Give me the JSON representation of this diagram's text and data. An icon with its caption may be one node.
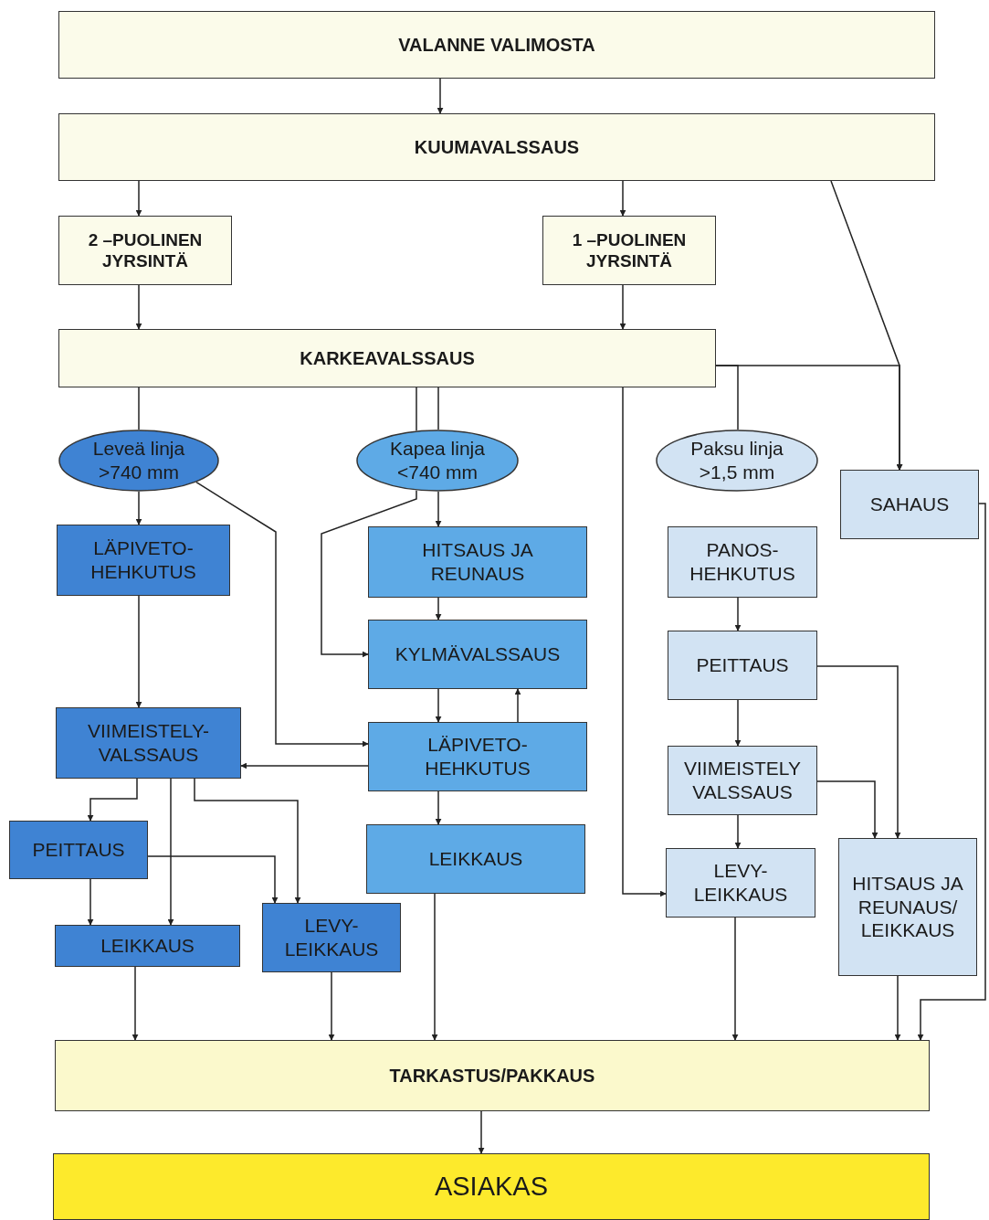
{
  "diagram": {
    "nodes": [
      {
        "text": [
          "VALANNE VALIMOSTA"
        ]
      },
      {
        "text": [
          "KUUMAVALSSAUS"
        ]
      },
      {
        "text": [
          "2 –PUOLINEN JYRSINTÄ"
        ]
      },
      {
        "text": [
          "1 –PUOLINEN JYRSINTÄ"
        ]
      },
      {
        "text": [
          "KARKEAVALSSAUS"
        ]
      },
      {
        "text": [
          "Leveä linja >740 mm"
        ]
      },
      {
        "text": [
          "Kapea linja <740 mm"
        ]
      },
      {
        "text": [
          "Paksu linja >1,5 mm"
        ]
      },
      {
        "text": [
          "SAHAUS"
        ]
      },
      {
        "text": [
          "LÄPIVETO- HEHKUTUS"
        ]
      },
      {
        "text": [
          "HITSAUS JA REUNAUS"
        ]
      },
      {
        "text": [
          "PANOS- HEHKUTUS"
        ]
      },
      {
        "text": [
          "KYLMÄVALSSAUS"
        ]
      },
      {
        "text": [
          "PEITTAUS"
        ]
      },
      {
        "text": [
          "VIIMEISTELY- VALSSAUS"
        ]
      },
      {
        "text": [
          "LÄPIVETO- HEHKUTUS"
        ]
      },
      {
        "text": [
          "VIIMEISTELY VALSSAUS"
        ]
      },
      {
        "text": [
          "PEITTAUS"
        ]
      },
      {
        "text": [
          "LEIKKAUS"
        ]
      },
      {
        "text": [
          "LEVY- LEIKKAUS"
        ]
      },
      {
        "text": [
          "HITSAUS JA REUNAUS/ LEIKKAUS"
        ]
      },
      {
        "text": [
          "LEIKKAUS"
        ]
      },
      {
        "text": [
          "LEVY- LEIKKAUS"
        ]
      },
      {
        "text": [
          "TARKASTUS/PAKKAUS"
        ]
      },
      {
        "text": [
          "ASIAKAS"
        ]
      }
    ],
    "edges": [
      {
        "from": 0,
        "to": 1,
        "arrow": "to"
      },
      {
        "from": 1,
        "to": 2,
        "arrow": "to"
      },
      {
        "from": 1,
        "to": 3,
        "arrow": "to"
      },
      {
        "from": 2,
        "to": 4,
        "arrow": "to"
      },
      {
        "from": 3,
        "to": 4,
        "arrow": "to"
      },
      {
        "from": 1,
        "to": 8,
        "arrow": "to"
      },
      {
        "from": 4,
        "to": 8,
        "arrow": "to"
      },
      {
        "from": 4,
        "to": 7,
        "arrow": "none"
      },
      {
        "from": 4,
        "to": 5,
        "arrow": "none"
      },
      {
        "from": 4,
        "to": 6,
        "arrow": "none"
      },
      {
        "from": 4,
        "to": 6,
        "arrow": "none"
      },
      {
        "from": 4,
        "to": 19,
        "arrow": "to"
      },
      {
        "from": 5,
        "to": 9,
        "arrow": "to"
      },
      {
        "from": 5,
        "to": 15,
        "arrow": "to"
      },
      {
        "from": 6,
        "to": 10,
        "arrow": "to"
      },
      {
        "from": 6,
        "to": 12,
        "arrow": "to"
      },
      {
        "from": 9,
        "to": 14,
        "arrow": "to"
      },
      {
        "from": 10,
        "to": 12,
        "arrow": "to"
      },
      {
        "from": 12,
        "to": 15,
        "arrow": "to"
      },
      {
        "from": 15,
        "to": 12,
        "arrow": "to"
      },
      {
        "from": 15,
        "to": 14,
        "arrow": "to"
      },
      {
        "from": 15,
        "to": 18,
        "arrow": "to"
      },
      {
        "from": 14,
        "to": 17,
        "arrow": "to"
      },
      {
        "from": 14,
        "to": 21,
        "arrow": "to"
      },
      {
        "from": 14,
        "to": 22,
        "arrow": "to"
      },
      {
        "from": 17,
        "to": 21,
        "arrow": "to"
      },
      {
        "from": 17,
        "to": 22,
        "arrow": "to"
      },
      {
        "from": 11,
        "to": 13,
        "arrow": "to"
      },
      {
        "from": 13,
        "to": 16,
        "arrow": "to"
      },
      {
        "from": 13,
        "to": 20,
        "arrow": "to"
      },
      {
        "from": 16,
        "to": 19,
        "arrow": "to"
      },
      {
        "from": 16,
        "to": 20,
        "arrow": "to"
      },
      {
        "from": 8,
        "to": 23,
        "arrow": "to"
      },
      {
        "from": 20,
        "to": 23,
        "arrow": "to"
      },
      {
        "from": 19,
        "to": 23,
        "arrow": "to"
      },
      {
        "from": 18,
        "to": 23,
        "arrow": "to"
      },
      {
        "from": 22,
        "to": 23,
        "arrow": "to"
      },
      {
        "from": 21,
        "to": 23,
        "arrow": "to"
      },
      {
        "from": 23,
        "to": 24,
        "arrow": "to"
      }
    ]
  }
}
